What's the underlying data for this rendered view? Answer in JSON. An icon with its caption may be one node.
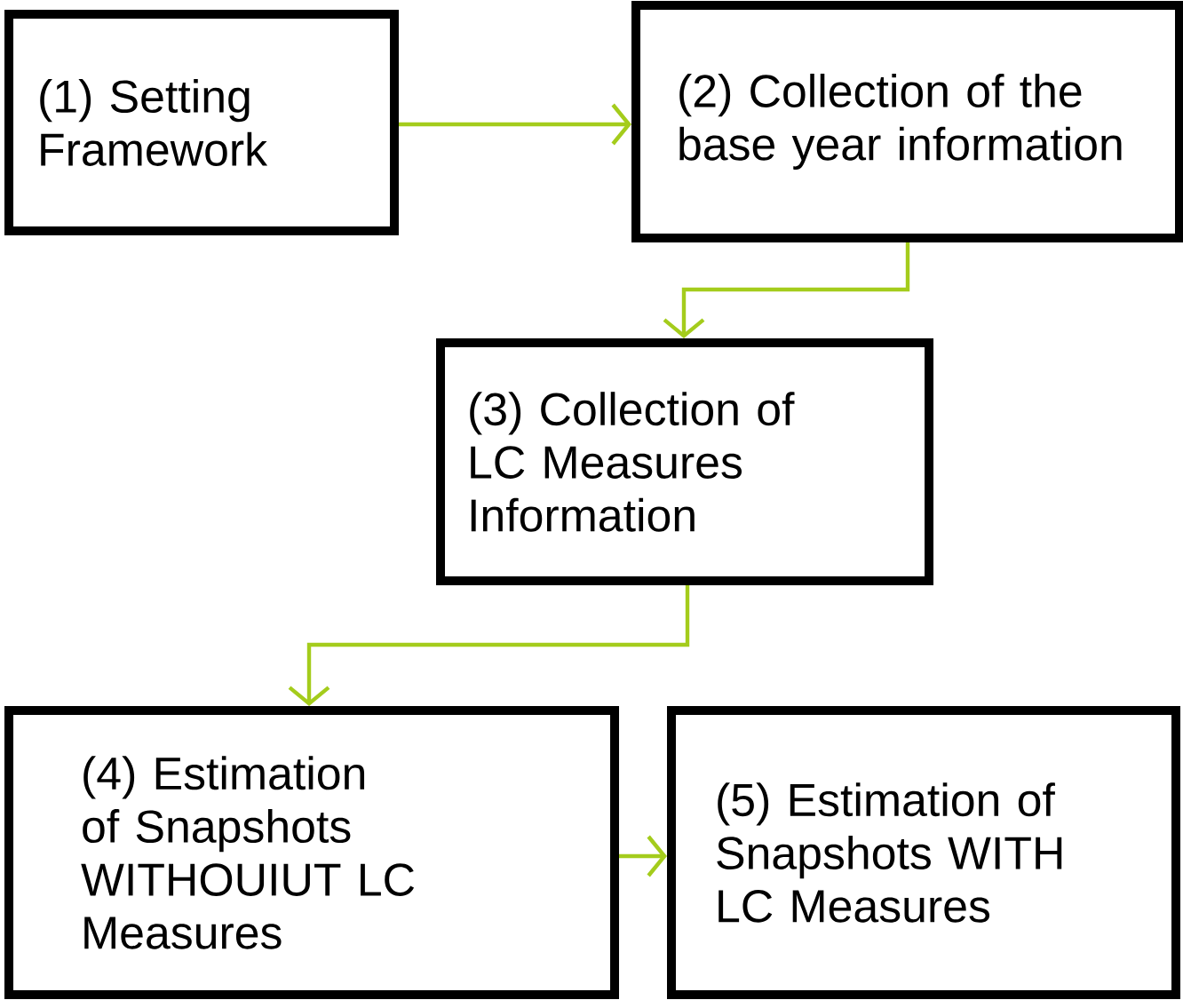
{
  "diagram": {
    "nodes": [
      {
        "text": [
          "(1) Setting Framework"
        ]
      },
      {
        "text": [
          "(2) Collection of the base year information"
        ]
      },
      {
        "text": [
          "(3) Collection of LC Measures Information"
        ]
      },
      {
        "text": [
          "(4) Estimation of Snapshots WITHOUIUT LC Measures"
        ]
      },
      {
        "text": [
          "(5) Estimation of Snapshots WITH LC Measures"
        ]
      }
    ],
    "edges": [
      {
        "from": 0,
        "to": 1,
        "arrow": "to"
      },
      {
        "from": 1,
        "to": 2,
        "arrow": "to"
      },
      {
        "from": 2,
        "to": 3,
        "arrow": "to"
      },
      {
        "from": 3,
        "to": 4,
        "arrow": "to"
      }
    ]
  }
}
